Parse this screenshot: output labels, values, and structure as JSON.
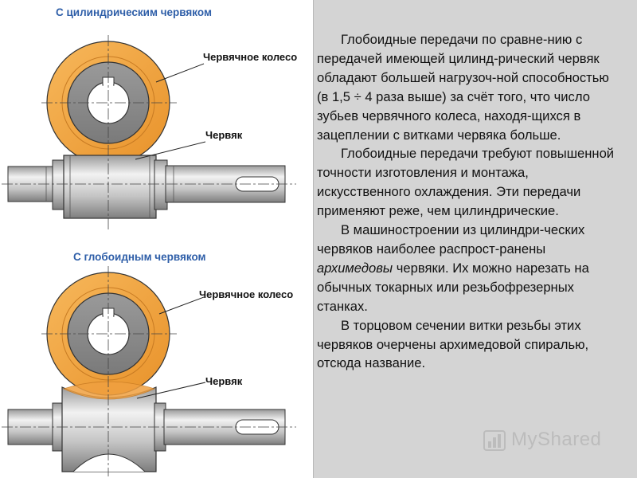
{
  "top_figure": {
    "heading": "С цилиндрическим червяком",
    "wheel_label": "Червячное колесо",
    "worm_label": "Червяк"
  },
  "bottom_figure": {
    "heading": "С глобоидным червяком",
    "wheel_label": "Червячное колесо",
    "worm_label": "Червяк"
  },
  "text": {
    "p1": "Глобоидные передачи по сравне-нию с передачей имеющей цилинд-рический червяк обладают большей нагрузоч-ной способностью (в 1,5 ÷ 4 раза выше) за счёт того, что число зубьев червячного колеса, находя-щихся в зацеплении с витками червяка больше.",
    "p2": "Глобоидные передачи требуют повышенной точности изготовления и монтажа, искусственного охлаждения. Эти передачи применяют реже, чем цилиндрические.",
    "p3_before": "В машиностроении из цилиндри-ческих червяков наиболее распрост-ранены ",
    "p3_em": "архимедовы",
    "p3_after": " червяки. Их можно нарезать на обычных токарных или резьбофрезерных станках.",
    "p4": "В торцовом сечении витки резьбы этих червяков очерчены архимедовой спиралью, отсюда название."
  },
  "watermark": "MyShared",
  "colors": {
    "wheel_rim": "#f0a040",
    "wheel_hub": "#8c8c8c",
    "shaft": "#cfcfcf",
    "heading": "#2e5ea8",
    "text_panel": "#d4d4d4"
  }
}
